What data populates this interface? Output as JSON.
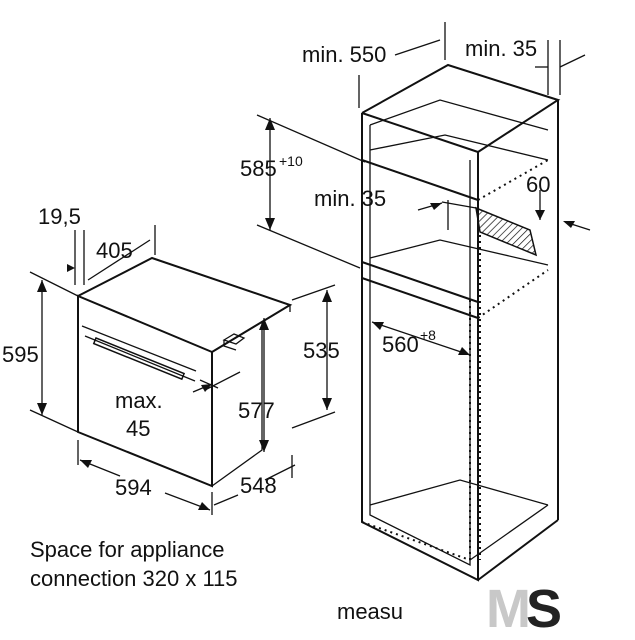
{
  "dimensions": {
    "cabinet_depth": "min. 550",
    "side_clearance": "min. 35",
    "niche_height": "585",
    "niche_height_tol": "+10",
    "vent_clearance": "min. 35",
    "vent_depth": "60",
    "niche_width": "560",
    "niche_width_tol": "+8",
    "panel_thickness": "19,5",
    "oven_depth_top": "405",
    "oven_height": "595",
    "oven_body_height": "535",
    "oven_inner_height": "577",
    "gap_label_1": "max.",
    "gap_label_2": "45",
    "oven_width": "594",
    "oven_body_depth": "548"
  },
  "notes": {
    "line1": "Space for appliance",
    "line2": "connection 320 x 115",
    "line3": "measu"
  },
  "logo": {
    "text": "MS",
    "color_m": "#c8c8c8",
    "color_s": "#222222"
  },
  "colors": {
    "line": "#111111",
    "background": "#ffffff"
  }
}
